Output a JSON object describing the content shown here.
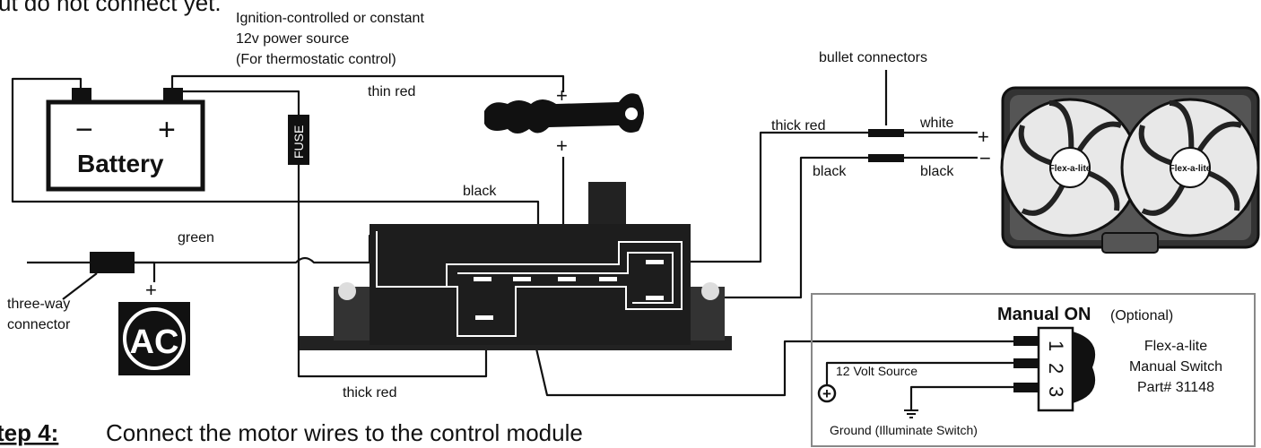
{
  "header": {
    "cut_text": "ut do not connect yet."
  },
  "power_source_note": {
    "line1": "Ignition-controlled or constant",
    "line2": "12v power source",
    "line3": "(For thermostatic control)"
  },
  "battery": {
    "minus": "−",
    "plus": "+",
    "label": "Battery"
  },
  "fuse": {
    "label": "FUSE"
  },
  "key": {
    "plus_top": "+",
    "plus_bottom": "+"
  },
  "wires": {
    "thin_red": "thin red",
    "black": "black",
    "green": "green",
    "thick_red_bottom": "thick red",
    "thick_red_right": "thick red",
    "black_right": "black",
    "white": "white",
    "black_fan": "black"
  },
  "bullet_connectors": {
    "label": "bullet connectors"
  },
  "fan": {
    "plus": "+",
    "minus": "−",
    "brand_left": "Flex-a-lite",
    "brand_right": "Flex-a-lite"
  },
  "three_way": {
    "line1": "three-way",
    "line2": "connector",
    "plus": "+"
  },
  "ac": {
    "label": "AC"
  },
  "manual_on": {
    "title_bold": "Manual ON",
    "title_optional": "(Optional)",
    "volt_source": "12 Volt Source",
    "ground": "Ground (Illuminate Switch)",
    "pin1": "1",
    "pin2": "2",
    "pin3": "3",
    "switch_line1": "Flex-a-lite",
    "switch_line2": "Manual Switch",
    "switch_line3": "Part# 31148",
    "plus_symbol": "+"
  },
  "step": {
    "label": "tep 4:",
    "text": "Connect the motor wires to the control module"
  }
}
